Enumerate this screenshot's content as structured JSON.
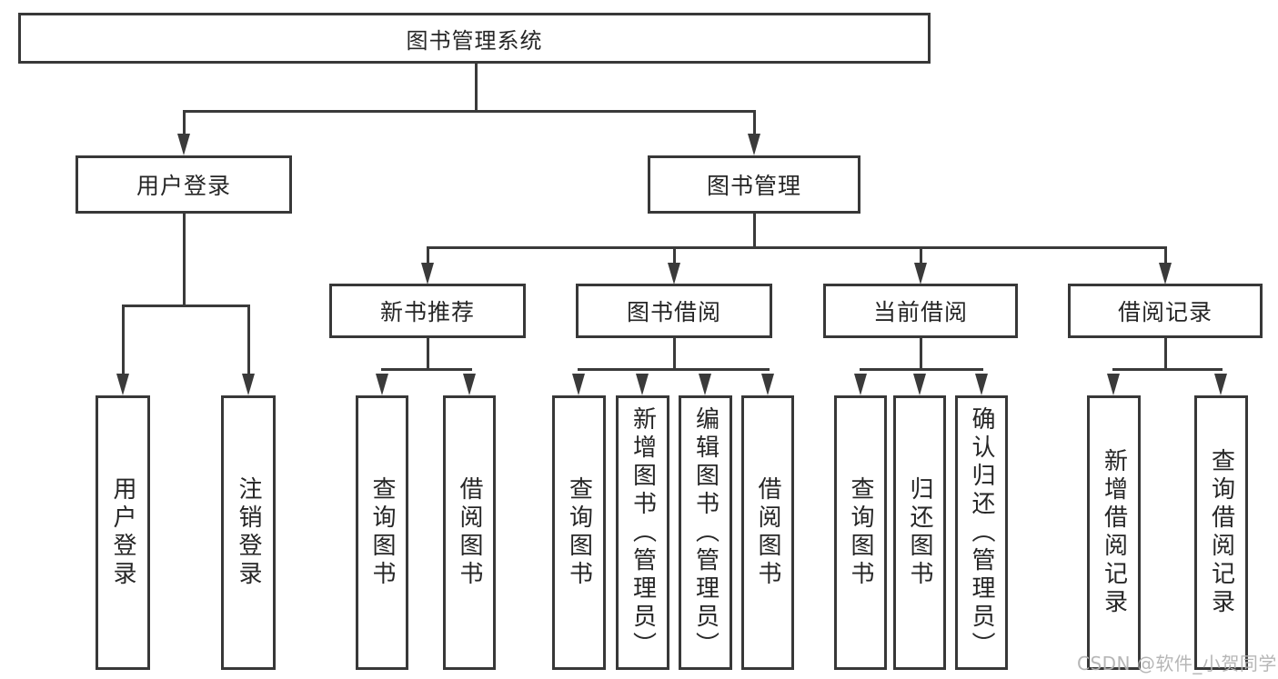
{
  "tree": {
    "root": {
      "label": "图书管理系统"
    },
    "branches": [
      {
        "label": "用户登录",
        "children": [
          {
            "label": "用户登录"
          },
          {
            "label": "注销登录"
          }
        ]
      },
      {
        "label": "图书管理",
        "children": [
          {
            "label": "新书推荐",
            "children": [
              {
                "label": "查询图书"
              },
              {
                "label": "借阅图书"
              }
            ]
          },
          {
            "label": "图书借阅",
            "children": [
              {
                "label": "查询图书"
              },
              {
                "label": "新增图书（管理员）"
              },
              {
                "label": "编辑图书（管理员）"
              },
              {
                "label": "借阅图书"
              }
            ]
          },
          {
            "label": "当前借阅",
            "children": [
              {
                "label": "查询图书"
              },
              {
                "label": "归还图书"
              },
              {
                "label": "确认归还（管理员）"
              }
            ]
          },
          {
            "label": "借阅记录",
            "children": [
              {
                "label": "新增借阅记录"
              },
              {
                "label": "查询借阅记录"
              }
            ]
          }
        ]
      }
    ]
  },
  "watermark": {
    "text": "CSDN @软件_小贺同学"
  },
  "colors": {
    "line": "#3a3a3a",
    "box_border": "#383838",
    "text": "#262626",
    "background": "#ffffff",
    "watermark": "#b2b2b2"
  }
}
